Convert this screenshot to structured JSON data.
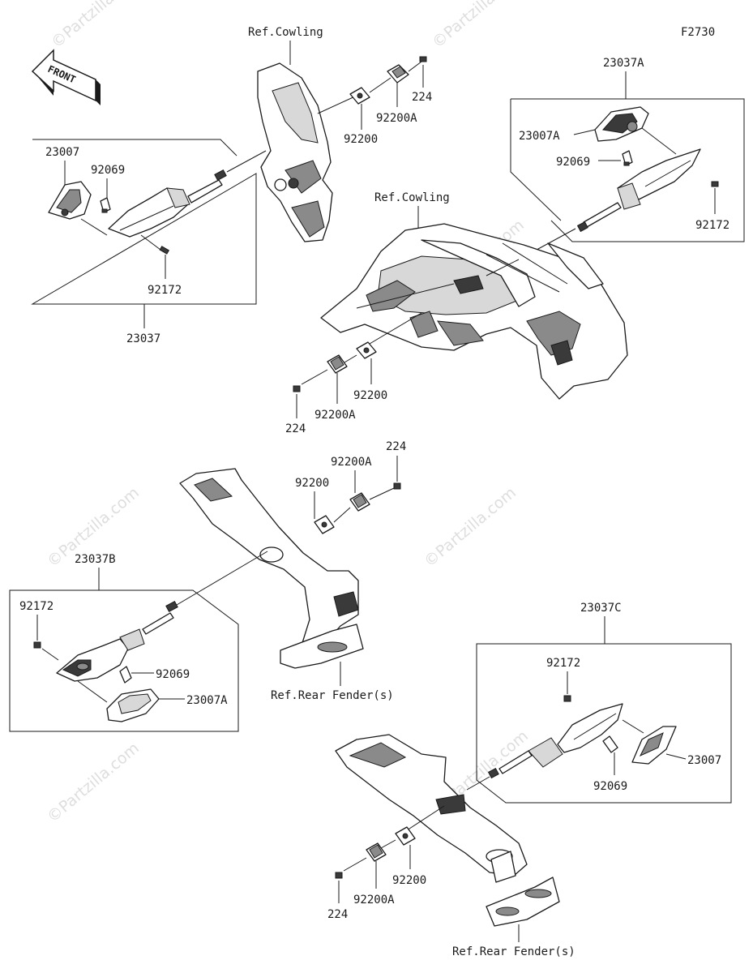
{
  "diagram_code": "F2730",
  "front_label": "FRONT",
  "watermark": "©Partzilla.com",
  "labels": {
    "ref_cowling_top": "Ref.Cowling",
    "ref_cowling_mid": "Ref.Cowling",
    "ref_rear_fender_left": "Ref.Rear Fender(s)",
    "ref_rear_fender_right": "Ref.Rear Fender(s)",
    "assy_23037": "23037",
    "assy_23037a": "23037A",
    "assy_23037b": "23037B",
    "assy_23037c": "23037C",
    "tl_23007": "23007",
    "tl_92069": "92069",
    "tl_92172": "92172",
    "tr_23007a": "23007A",
    "tr_92069": "92069",
    "tr_92172": "92172",
    "top_224": "224",
    "top_92200a": "92200A",
    "top_92200": "92200",
    "mid_92200": "92200",
    "mid_92200a": "92200A",
    "mid_224": "224",
    "ml_224": "224",
    "ml_92200a": "92200A",
    "ml_92200": "92200",
    "bl_92172": "92172",
    "bl_92069": "92069",
    "bl_23007a": "23007A",
    "br_92172": "92172",
    "br_23007": "23007",
    "br_92069": "92069",
    "bot_92200": "92200",
    "bot_224": "224",
    "bot_92200a": "92200A"
  }
}
